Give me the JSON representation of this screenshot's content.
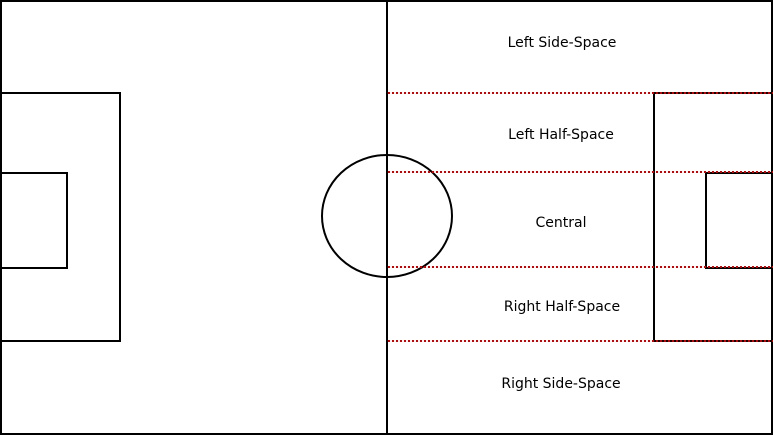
{
  "zones": {
    "left_side_space": "Left Side-Space",
    "left_half_space": "Left Half-Space",
    "central": "Central",
    "right_half_space": "Right Half-Space",
    "right_side_space": "Right Side-Space"
  },
  "colors": {
    "line": "#000000",
    "zone_divider": "#cc0000",
    "background": "#ffffff"
  }
}
